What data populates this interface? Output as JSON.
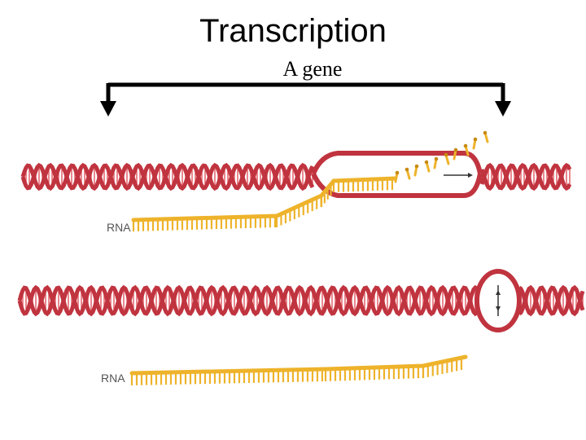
{
  "title": "Transcription",
  "gene_label": "A gene",
  "rna_labels": [
    "RNA",
    "RNA"
  ],
  "colors": {
    "dna": "#c0343f",
    "dna_light": "#e56a72",
    "rna": "#eeb32b",
    "rna_dark": "#c88a10",
    "bracket": "#000000"
  }
}
